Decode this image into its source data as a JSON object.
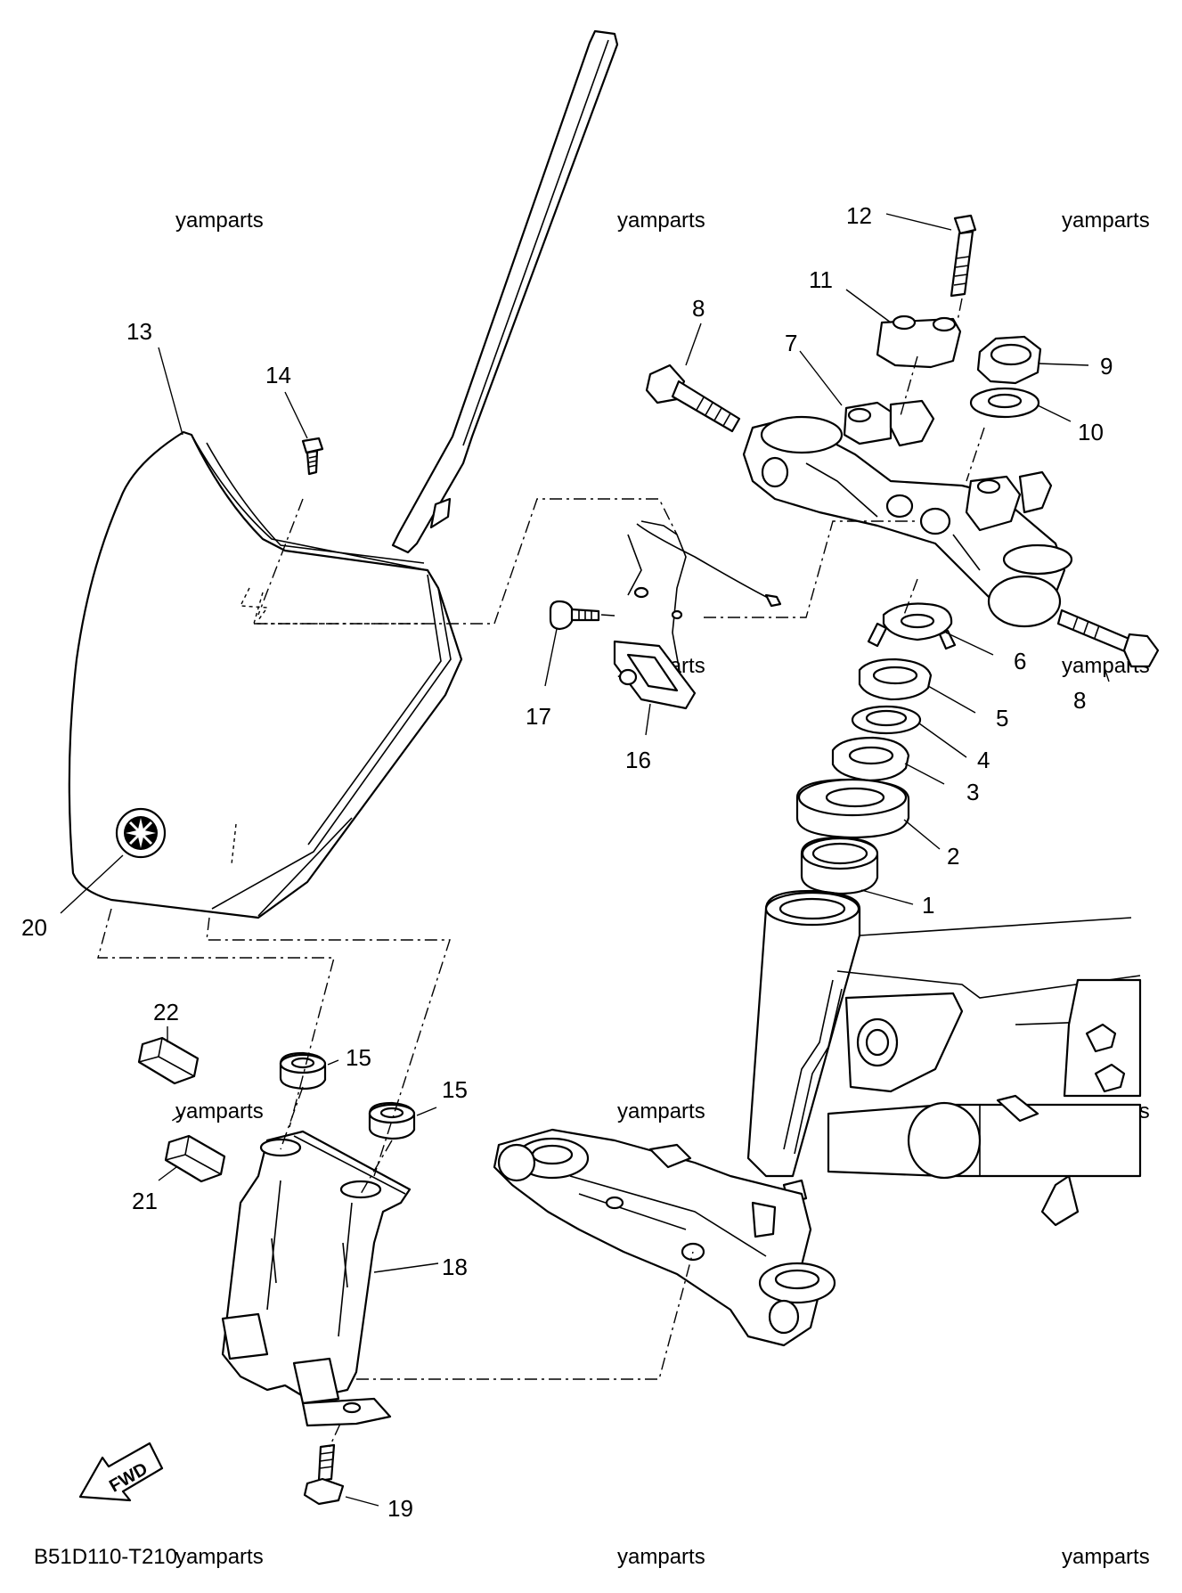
{
  "diagram_code": "B51D110-T210",
  "watermark": "yamparts",
  "fwd_label": "FWD",
  "callouts": {
    "c1": "1",
    "c2": "2",
    "c3": "3",
    "c4": "4",
    "c5": "5",
    "c6": "6",
    "c7": "7",
    "c8a": "8",
    "c8b": "8",
    "c9": "9",
    "c10": "10",
    "c11": "11",
    "c12": "12",
    "c13": "13",
    "c14": "14",
    "c15a": "15",
    "c15b": "15",
    "c16": "16",
    "c17": "17",
    "c18": "18",
    "c19": "19",
    "c20": "20",
    "c21": "21",
    "c22": "22"
  }
}
